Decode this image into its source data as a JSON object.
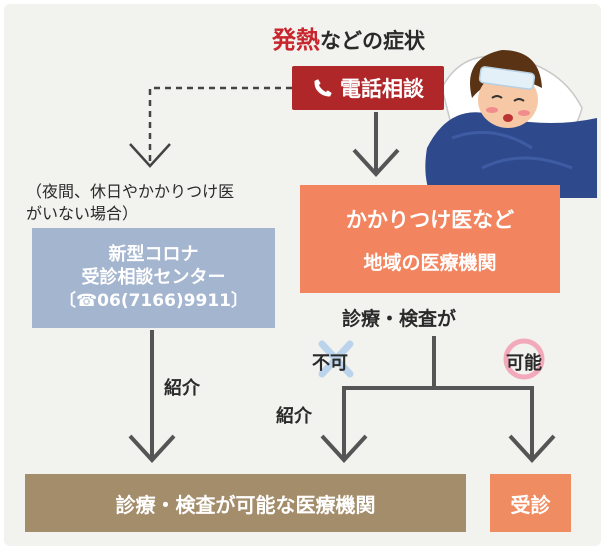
{
  "title": {
    "highlight": "発熱",
    "rest": "などの症状"
  },
  "phone_button": {
    "label": "電話相談",
    "icon": "phone-icon"
  },
  "note": {
    "line1": "（夜間、休日やかかりつけ医",
    "line2": "がいない場合）"
  },
  "clinic_box": {
    "line1": "かかりつけ医など",
    "line2": "地域の医療機関"
  },
  "center_box": {
    "line1": "新型コロナ",
    "line2": "受診相談センター",
    "tel": "〔☎06(7166)9911〕"
  },
  "exam_label": "診療・検査が",
  "fuka_label": "不可",
  "kanou_label": "可能",
  "shoukai_left": "紹介",
  "shoukai_mid": "紹介",
  "hospital_box": "診療・検査が可能な医療機関",
  "consult_box": "受診",
  "colors": {
    "phone": "#b0272a",
    "clinic": "#f2855f",
    "center": "#a4b5cf",
    "hospital": "#a48d6a",
    "consult": "#ef8c62",
    "arrow": "#555555"
  }
}
